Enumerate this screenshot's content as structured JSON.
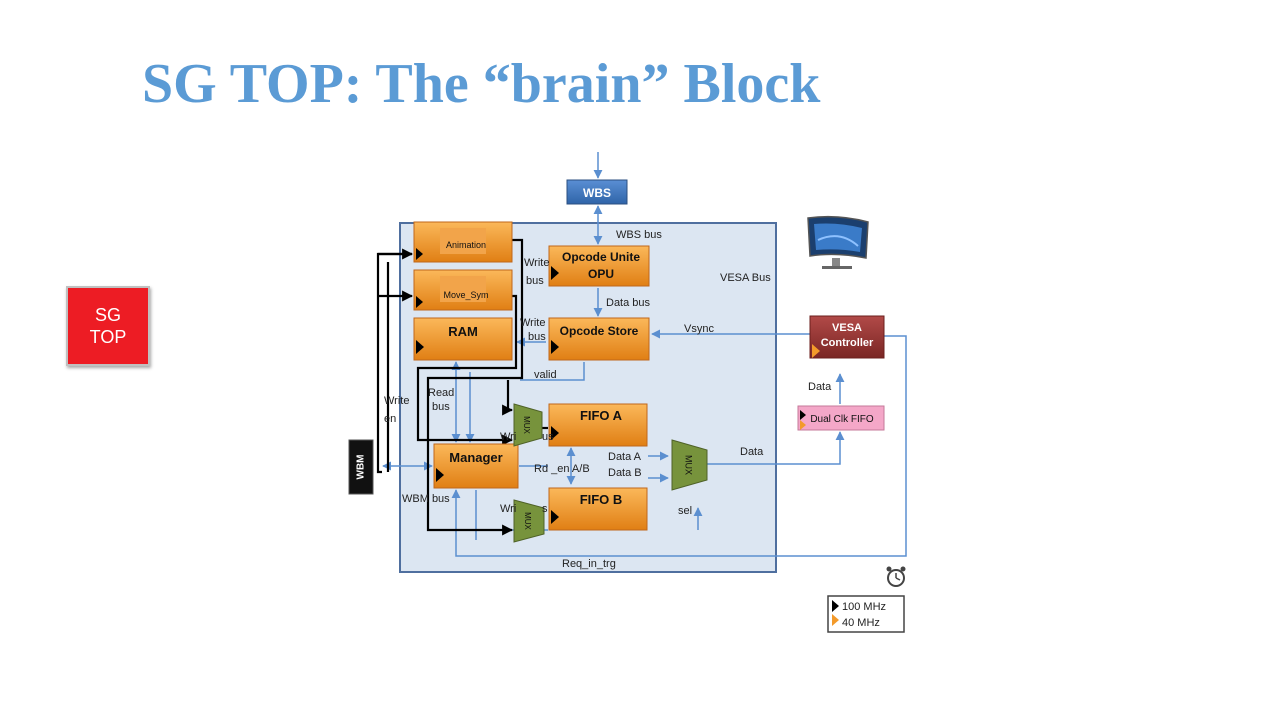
{
  "slide": {
    "title": "SG TOP: The “brain” Block",
    "sg_top_label": "SG TOP"
  },
  "colors": {
    "title": "#5b9bd5",
    "accent_red": "#ed1c24",
    "orange_block": "#f39a2a",
    "mux_green": "#77933c",
    "vesa_maroon": "#953735",
    "fifo_pink": "#f4a7c8",
    "panel_bg": "#dce6f2",
    "panel_border": "#4f6f9f",
    "arrow_blue": "#5b8fd0"
  },
  "diagram": {
    "blocks": {
      "wbs": "WBS",
      "wbm": "WBM",
      "animation": "Animation",
      "move_sym": "Move_Sym",
      "ram": "RAM",
      "opu_line1": "Opcode Unite",
      "opu_line2": "OPU",
      "opcode_store": "Opcode Store",
      "manager": "Manager",
      "fifo_a": "FIFO A",
      "fifo_b": "FIFO B",
      "mux": "MUX",
      "vesa_line1": "VESA",
      "vesa_line2": "Controller",
      "dual_clk_fifo": "Dual Clk FIFO"
    },
    "labels": {
      "wbs_bus": "WBS bus",
      "vesa_bus": "VESA Bus",
      "write": "Write",
      "bus": "bus",
      "data_bus": "Data bus",
      "vsync": "Vsync",
      "valid": "valid",
      "read": "Read",
      "en": "en",
      "data_a": "Data A",
      "data_b": "Data B",
      "rd_en": "Rd _en A/B",
      "data": "Data",
      "sel": "sel",
      "wbm_bus": "WBM bus",
      "req_in_trg": "Req_in_trg",
      "wr_fragment": "Wri",
      "s_fragment": "s",
      "us_fragment": "us"
    },
    "clock_legend": [
      "100 MHz",
      "40 MHz"
    ]
  }
}
